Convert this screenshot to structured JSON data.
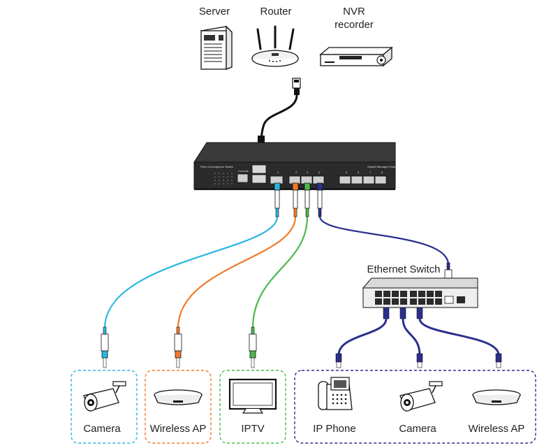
{
  "devices_top": {
    "server": "Server",
    "router": "Router",
    "nvr_line1": "NVR",
    "nvr_line2": "recorder"
  },
  "fiber_switch": {
    "title": "Fiber Convergence Switch",
    "badge": "Gigabit Managed Switch",
    "console": "Console",
    "port_numbers": [
      "1",
      "2",
      "3",
      "4",
      "5",
      "6",
      "7",
      "8"
    ]
  },
  "ethernet_switch": {
    "label": "Ethernet Switch"
  },
  "endpoints": {
    "camera_1": "Camera",
    "wireless_ap_1": "Wireless AP",
    "iptv": "IPTV",
    "ip_phone": "IP Phone",
    "camera_2": "Camera",
    "wireless_ap_2": "Wireless AP"
  },
  "colors": {
    "cyan_fiber": "#29b6e0",
    "orange_fiber": "#f07a2a",
    "green_fiber": "#4cb84c",
    "navy_cable": "#2b2f8c",
    "switch_body": "#2b2b2b",
    "black_cable": "#111111"
  }
}
